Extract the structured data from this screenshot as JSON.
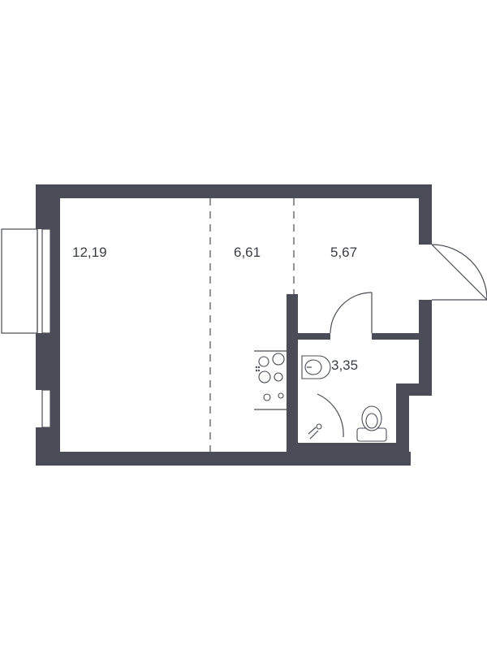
{
  "floor_plan": {
    "wall_color": "#4a4d57",
    "rooms": [
      {
        "id": "living",
        "area": "12,19"
      },
      {
        "id": "kitchen",
        "area": "6,61"
      },
      {
        "id": "hall",
        "area": "5,67"
      },
      {
        "id": "bathroom",
        "area": "3,35"
      }
    ],
    "icons": [
      "window-icon",
      "stove-icon",
      "sink-icon",
      "toilet-icon",
      "shower-icon",
      "door-icon"
    ]
  }
}
